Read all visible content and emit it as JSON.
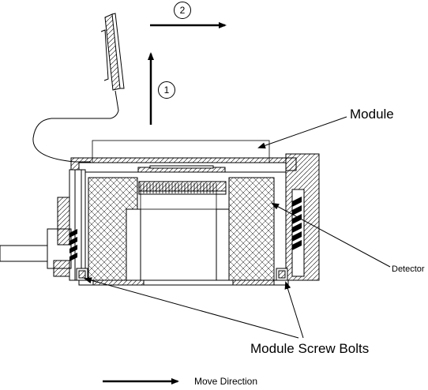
{
  "labels": {
    "module": "Module",
    "detector": "Detector",
    "module_screw_bolts": "Module Screw Bolts",
    "move_direction": "Move Direction"
  },
  "steps": {
    "step1": "1",
    "step2": "2"
  }
}
